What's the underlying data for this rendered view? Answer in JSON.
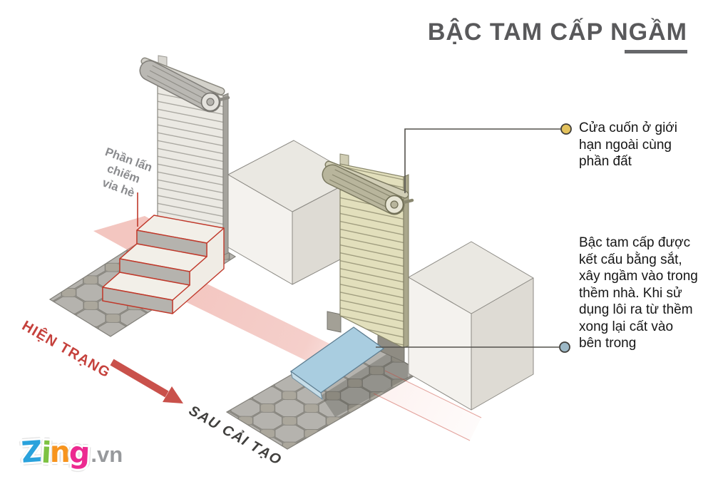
{
  "title": {
    "text": "BẬC TAM CẤP NGẦM"
  },
  "labels": {
    "encroach_lines": [
      "Phần lấn",
      "chiếm",
      "vỉa hè"
    ],
    "state_before": "HIỆN TRẠNG",
    "state_after": "SAU CẢI TẠO"
  },
  "annotations": {
    "roller_door": {
      "text": "Cửa cuốn ở giới hạn ngoài cùng phần đất",
      "dot_color": "#e3c25c"
    },
    "hidden_step": {
      "text": "Bậc tam cấp được kết cấu bằng sắt, xây ngầm vào trong thềm nhà. Khi sử dụng lôi ra từ thềm xong lại cất vào bên trong",
      "dot_color": "#9cb8c6"
    }
  },
  "logo": {
    "letters": [
      {
        "ch": "Z",
        "color": "#2aa2dc"
      },
      {
        "ch": "i",
        "color": "#7dc242"
      },
      {
        "ch": "n",
        "color": "#f7941e"
      },
      {
        "ch": "g",
        "color": "#ec2a90"
      }
    ],
    "suffix": ".vn",
    "suffix_color": "#97999c"
  },
  "colors": {
    "title": "#59595b",
    "underline": "#66676a",
    "state_before": "#c5413c",
    "state_after": "#403f3d",
    "encroach_label": "#8a8b8e",
    "leader_line": "#c0392b",
    "arrow": "#c9514b",
    "highlight_band": "#e78d82",
    "ramp": "#a9cde0",
    "callout_line": "#54524d"
  }
}
